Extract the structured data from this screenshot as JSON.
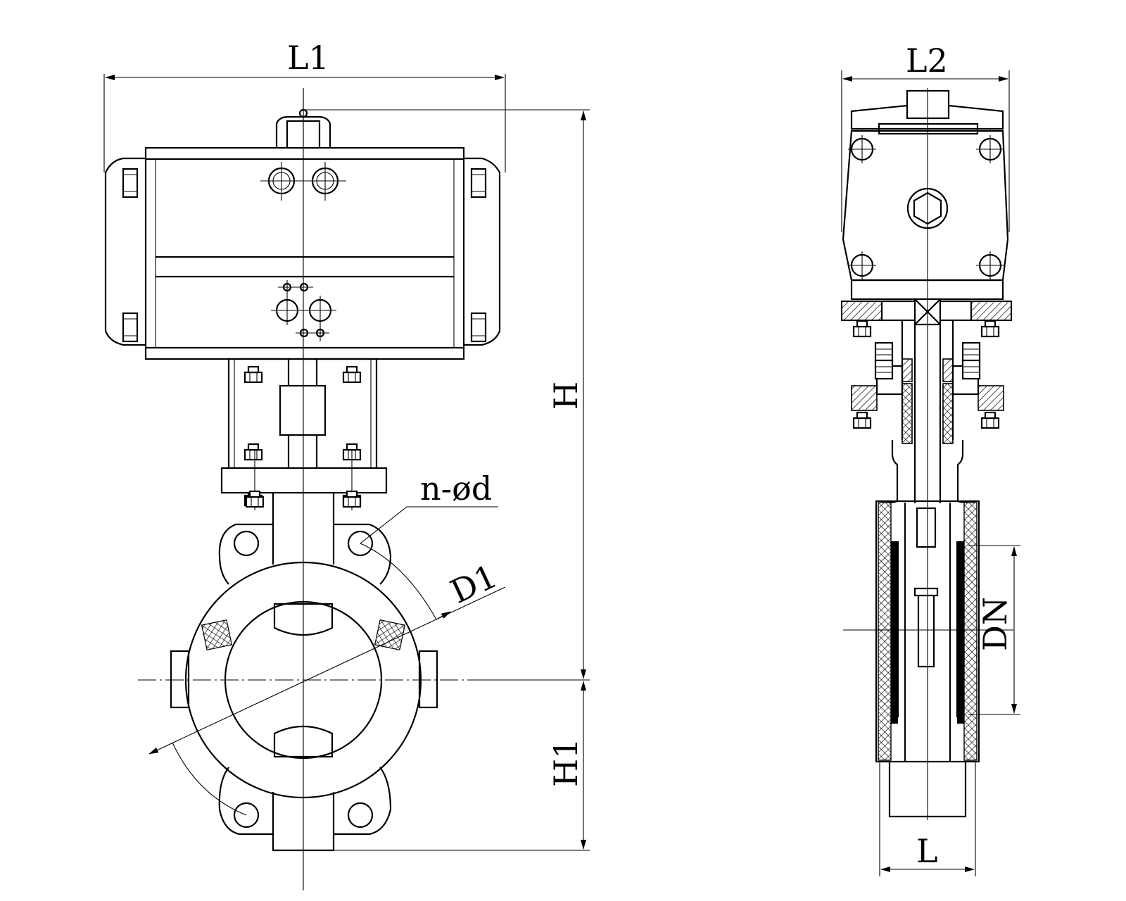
{
  "labels": {
    "l1": "L1",
    "l2": "L2",
    "h": "H",
    "h1": "H1",
    "bolt_holes": "n-ød",
    "d1": "D1",
    "dn": "DN",
    "l": "L"
  }
}
